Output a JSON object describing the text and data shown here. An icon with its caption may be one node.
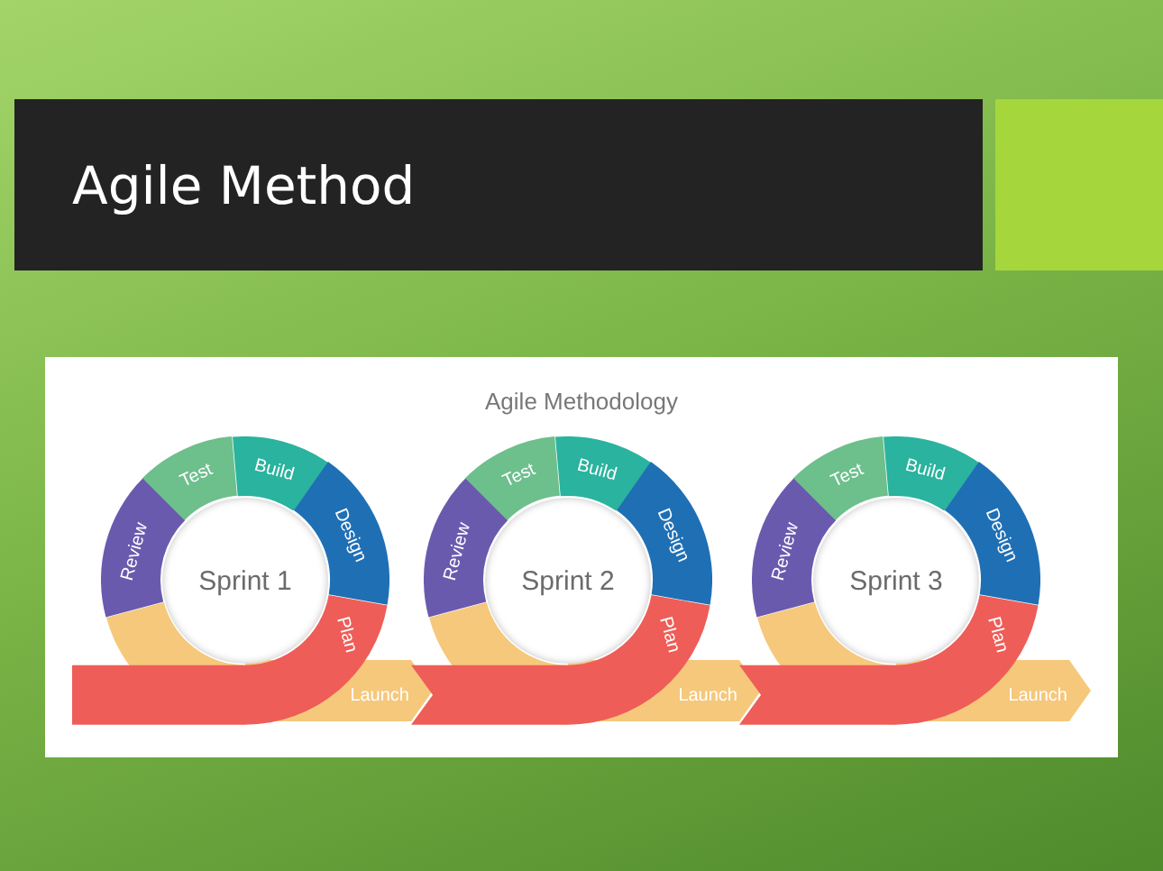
{
  "diagram": {
    "title": "Agile Method",
    "nodes": [
      {
        "text": [
          "Sprint 1"
        ]
      },
      {
        "text": [
          "Review"
        ]
      },
      {
        "text": [
          "Test"
        ]
      },
      {
        "text": [
          "Build"
        ]
      },
      {
        "text": [
          "Design"
        ]
      },
      {
        "text": [
          "Plan"
        ]
      },
      {
        "text": [
          "Launch"
        ]
      },
      {
        "text": [],
        "shape": "arc"
      },
      {
        "text": [
          "Sprint 2"
        ]
      },
      {
        "text": [
          "Review"
        ]
      },
      {
        "text": [
          "Test"
        ]
      },
      {
        "text": [
          "Build"
        ]
      },
      {
        "text": [
          "Design"
        ]
      },
      {
        "text": [
          "Plan"
        ]
      },
      {
        "text": [
          "Launch"
        ]
      },
      {
        "text": [],
        "shape": "arc"
      },
      {
        "text": [
          "Sprint 3"
        ]
      },
      {
        "text": [
          "Review"
        ]
      },
      {
        "text": [
          "Test"
        ]
      },
      {
        "text": [
          "Build"
        ]
      },
      {
        "text": [
          "Design"
        ]
      },
      {
        "text": [
          "Plan"
        ]
      },
      {
        "text": [
          "Launch"
        ]
      },
      {
        "text": [],
        "shape": "arc"
      }
    ],
    "edges": [],
    "labels": [
      "Agile Methodology"
    ]
  }
}
